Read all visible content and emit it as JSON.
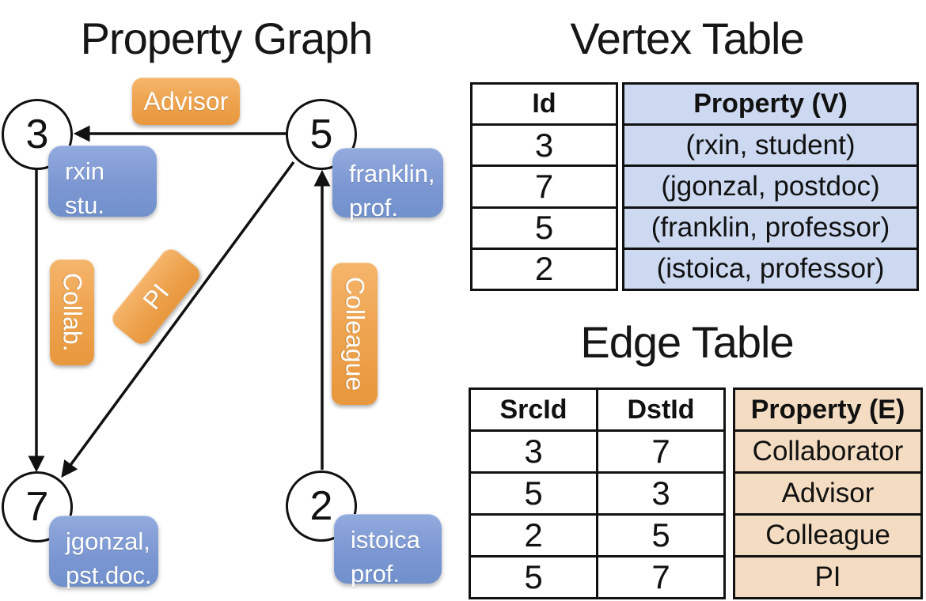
{
  "graph": {
    "title": "Property Graph",
    "nodes": [
      {
        "id": "3",
        "prop_line1": "rxin",
        "prop_line2": "stu."
      },
      {
        "id": "5",
        "prop_line1": "franklin,",
        "prop_line2": "prof."
      },
      {
        "id": "7",
        "prop_line1": "jgonzal,",
        "prop_line2": "pst.doc."
      },
      {
        "id": "2",
        "prop_line1": "istoica",
        "prop_line2": "prof."
      }
    ],
    "edge_labels": {
      "advisor": "Advisor",
      "collab": "Collab.",
      "pi": "PI",
      "colleague": "Colleague"
    }
  },
  "vertex_table": {
    "title": "Vertex Table",
    "columns": {
      "id": "Id",
      "property": "Property (V)"
    },
    "rows": [
      {
        "id": "3",
        "property": "(rxin, student)"
      },
      {
        "id": "7",
        "property": "(jgonzal, postdoc)"
      },
      {
        "id": "5",
        "property": "(franklin, professor)"
      },
      {
        "id": "2",
        "property": "(istoica, professor)"
      }
    ]
  },
  "edge_table": {
    "title": "Edge Table",
    "columns": {
      "src": "SrcId",
      "dst": "DstId",
      "property": "Property (E)"
    },
    "rows": [
      {
        "src": "3",
        "dst": "7",
        "property": "Collaborator"
      },
      {
        "src": "5",
        "dst": "3",
        "property": "Advisor"
      },
      {
        "src": "2",
        "dst": "5",
        "property": "Colleague"
      },
      {
        "src": "5",
        "dst": "7",
        "property": "PI"
      }
    ]
  },
  "colors": {
    "edge_label_orange": "#ED9F49",
    "vertex_prop_blue": "#7C97D2",
    "vertex_table_fill": "#CDD9F0",
    "edge_table_fill": "#F3DCC1",
    "line_black": "#111111"
  }
}
